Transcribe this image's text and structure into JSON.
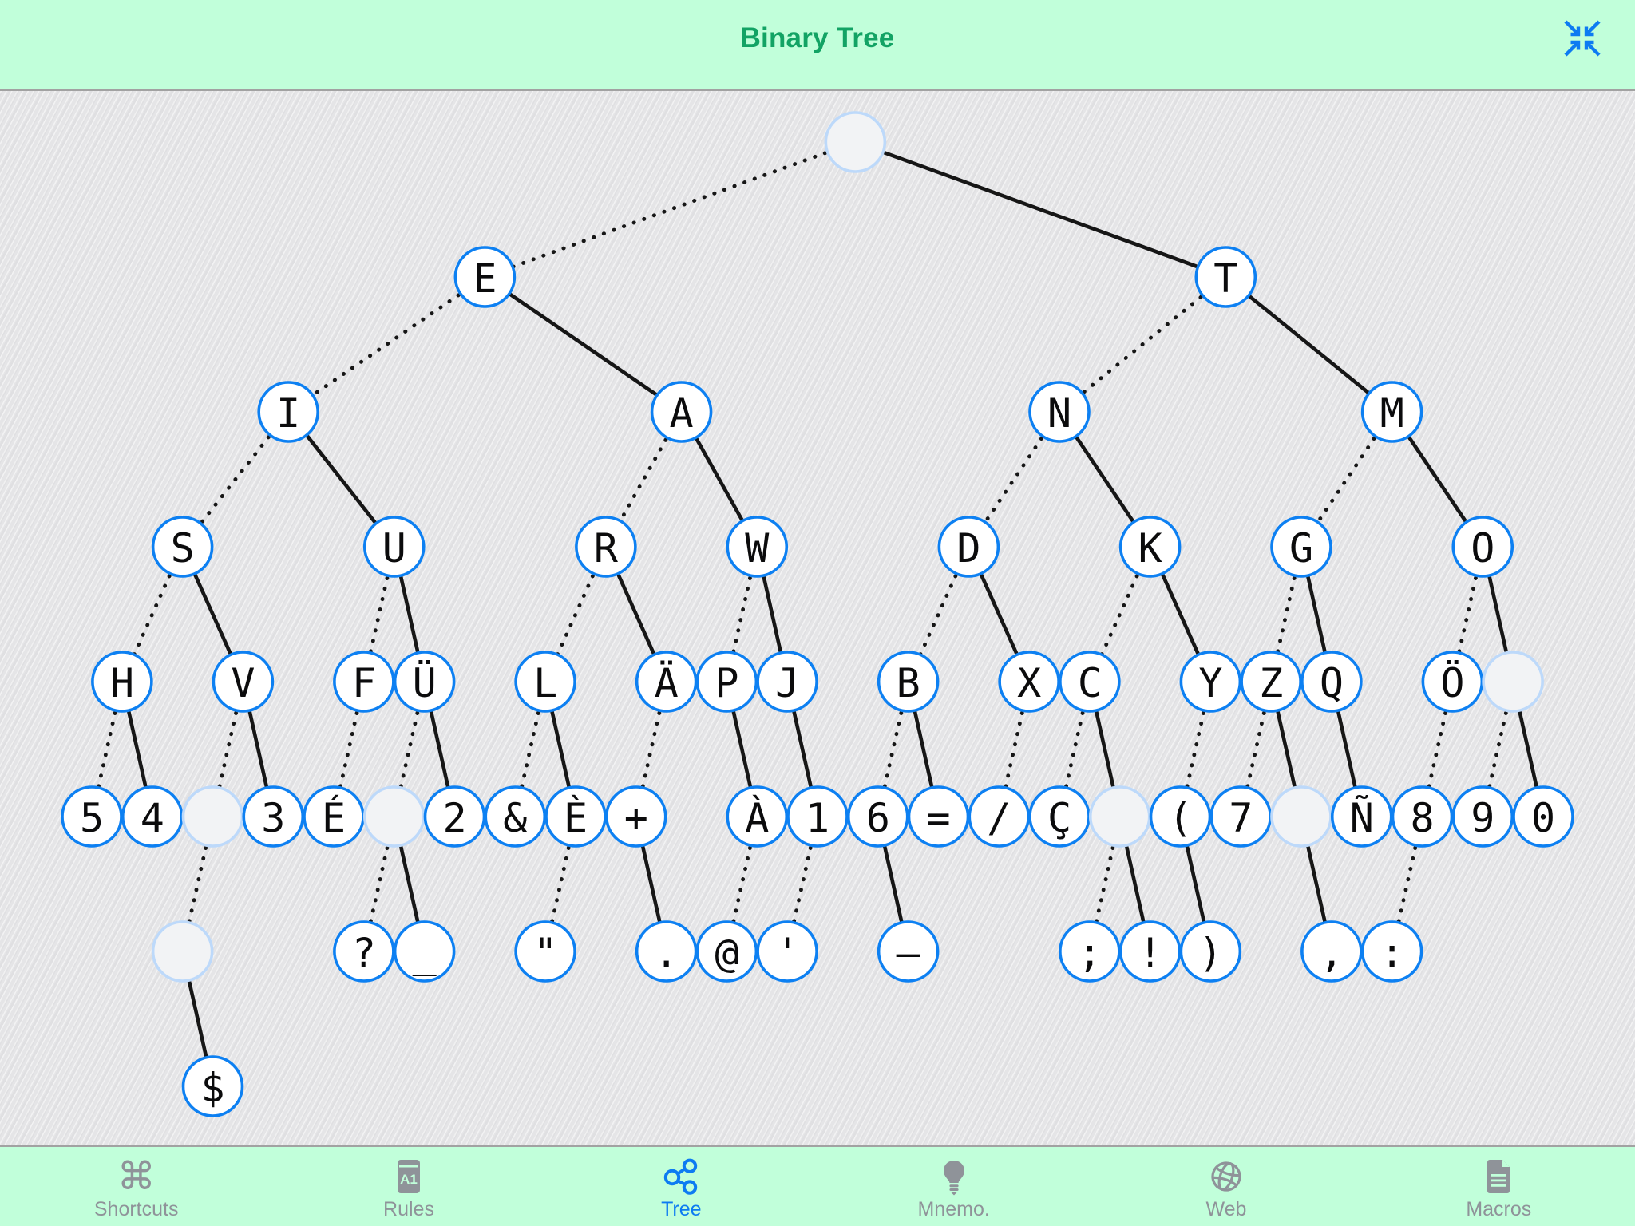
{
  "header": {
    "title": "Binary Tree"
  },
  "colors": {
    "bar_background": "#c1ffda",
    "title_green": "#12a364",
    "accent_blue": "#0d7bf2",
    "node_border_blue": "#0d80f2",
    "blank_node_border": "#bdd9fa",
    "blank_node_fill": "#f2f3f5",
    "canvas_background": "#e5e5e7",
    "edge_black": "#161616",
    "inactive_gray": "#8f9399"
  },
  "tree": {
    "edge_styles": {
      "dot": "dotted",
      "dash": "solid"
    },
    "nodes": [
      {
        "label": "",
        "code": ""
      },
      {
        "label": "E",
        "code": "."
      },
      {
        "label": "T",
        "code": "-"
      },
      {
        "label": "I",
        "code": ".."
      },
      {
        "label": "A",
        "code": ".-"
      },
      {
        "label": "N",
        "code": "-."
      },
      {
        "label": "M",
        "code": "--"
      },
      {
        "label": "S",
        "code": "..."
      },
      {
        "label": "U",
        "code": "..-"
      },
      {
        "label": "R",
        "code": ".-."
      },
      {
        "label": "W",
        "code": ".--"
      },
      {
        "label": "D",
        "code": "-.."
      },
      {
        "label": "K",
        "code": "-.-"
      },
      {
        "label": "G",
        "code": "--."
      },
      {
        "label": "O",
        "code": "---"
      },
      {
        "label": "H",
        "code": "...."
      },
      {
        "label": "V",
        "code": "...-"
      },
      {
        "label": "F",
        "code": "..-."
      },
      {
        "label": "Ü",
        "code": "..--"
      },
      {
        "label": "L",
        "code": ".-.."
      },
      {
        "label": "Ä",
        "code": ".-.-"
      },
      {
        "label": "P",
        "code": ".--."
      },
      {
        "label": "J",
        "code": ".---"
      },
      {
        "label": "B",
        "code": "-..."
      },
      {
        "label": "X",
        "code": "-..-"
      },
      {
        "label": "C",
        "code": "-.-."
      },
      {
        "label": "Y",
        "code": "-.--"
      },
      {
        "label": "Z",
        "code": "--.."
      },
      {
        "label": "Q",
        "code": "--.-"
      },
      {
        "label": "Ö",
        "code": "---."
      },
      {
        "label": "",
        "code": "----"
      },
      {
        "label": "5",
        "code": "....."
      },
      {
        "label": "4",
        "code": "....-"
      },
      {
        "label": "",
        "code": "...-."
      },
      {
        "label": "3",
        "code": "...--"
      },
      {
        "label": "É",
        "code": "..-.."
      },
      {
        "label": "",
        "code": "..--."
      },
      {
        "label": "2",
        "code": "..---"
      },
      {
        "label": "&",
        "code": ".-..."
      },
      {
        "label": "È",
        "code": ".-..-"
      },
      {
        "label": "+",
        "code": ".-.-."
      },
      {
        "label": "À",
        "code": ".--.-"
      },
      {
        "label": "1",
        "code": ".----"
      },
      {
        "label": "6",
        "code": "-...."
      },
      {
        "label": "=",
        "code": "-...-"
      },
      {
        "label": "/",
        "code": "-..-."
      },
      {
        "label": "Ç",
        "code": "-.-.."
      },
      {
        "label": "",
        "code": "-.-.-"
      },
      {
        "label": "(",
        "code": "-.--."
      },
      {
        "label": "7",
        "code": "--..."
      },
      {
        "label": "",
        "code": "--..-"
      },
      {
        "label": "Ñ",
        "code": "--.--"
      },
      {
        "label": "8",
        "code": "---.."
      },
      {
        "label": "9",
        "code": "----."
      },
      {
        "label": "0",
        "code": "-----"
      },
      {
        "label": "",
        "code": "...-.."
      },
      {
        "label": "?",
        "code": "..--.."
      },
      {
        "label": "_",
        "code": "..--.-"
      },
      {
        "label": "\"",
        "code": ".-..-."
      },
      {
        "label": ".",
        "code": ".-.-.-"
      },
      {
        "label": "@",
        "code": ".--.-."
      },
      {
        "label": "'",
        "code": ".----."
      },
      {
        "label": "—",
        "code": "-....-"
      },
      {
        "label": ";",
        "code": "-.-.-."
      },
      {
        "label": "!",
        "code": "-.-.--"
      },
      {
        "label": ")",
        "code": "-.--.-"
      },
      {
        "label": ",",
        "code": "--..--"
      },
      {
        "label": ":",
        "code": "---..."
      },
      {
        "label": "$",
        "code": "...-..-"
      }
    ]
  },
  "tab_bar": {
    "tabs": [
      {
        "label": "Shortcuts",
        "icon": "command-icon",
        "active": false
      },
      {
        "label": "Rules",
        "icon": "rulebook-icon",
        "active": false
      },
      {
        "label": "Tree",
        "icon": "tree-network-icon",
        "active": true
      },
      {
        "label": "Mnemo.",
        "icon": "lightbulb-icon",
        "active": false
      },
      {
        "label": "Web",
        "icon": "globe-icon",
        "active": false
      },
      {
        "label": "Macros",
        "icon": "macro-document-icon",
        "active": false
      }
    ]
  }
}
